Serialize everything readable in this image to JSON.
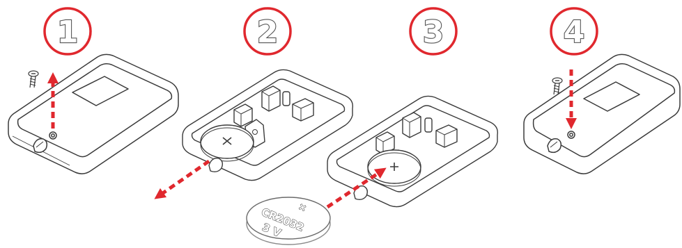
{
  "steps": [
    {
      "number": "1"
    },
    {
      "number": "2"
    },
    {
      "number": "3"
    },
    {
      "number": "4"
    }
  ],
  "battery": {
    "polarity": "+",
    "model": "CR2032",
    "voltage": "3 V"
  },
  "colors": {
    "accent": "#e0282e",
    "outline": "#3a3a3a",
    "number_fill": "#ffffff"
  },
  "icons": [
    "screw-icon",
    "coin-cell-battery-icon",
    "dashed-arrow-icon"
  ]
}
